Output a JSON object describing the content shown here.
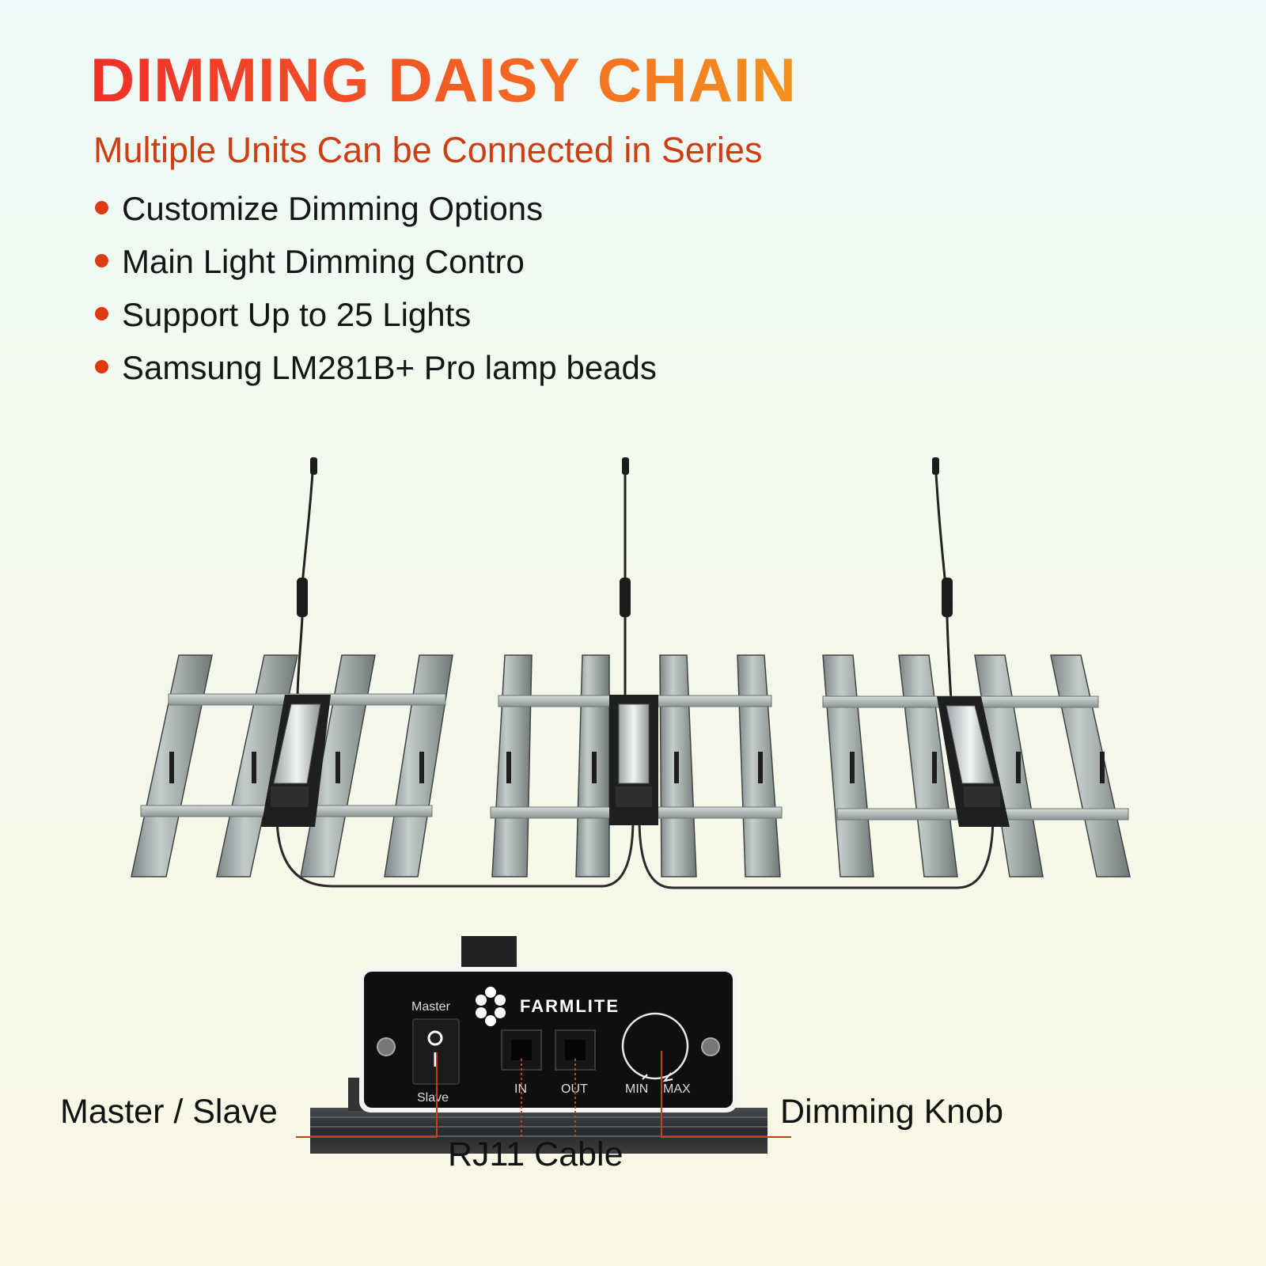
{
  "title": "DIMMING DAISY CHAIN",
  "subtitle": "Multiple Units Can be Connected in Series",
  "features": [
    "Customize Dimming Options",
    "Main Light Dimming Contro",
    "Support Up to 25 Lights",
    "Samsung LM281B+ Pro lamp beads"
  ],
  "controller": {
    "brand": "FARMLITE",
    "switch_top": "Master",
    "switch_bottom": "Slave",
    "port_in": "IN",
    "port_out": "OUT",
    "knob_min": "MIN",
    "knob_max": "MAX"
  },
  "callouts": {
    "master_slave": "Master / Slave",
    "dimming_knob": "Dimming Knob",
    "rj11": "RJ11 Cable"
  },
  "colors": {
    "title_start": "#f0302a",
    "title_end": "#f5921e",
    "subtitle": "#cf3d12",
    "bullet": "#dd3a12",
    "leader": "#c8401a"
  }
}
